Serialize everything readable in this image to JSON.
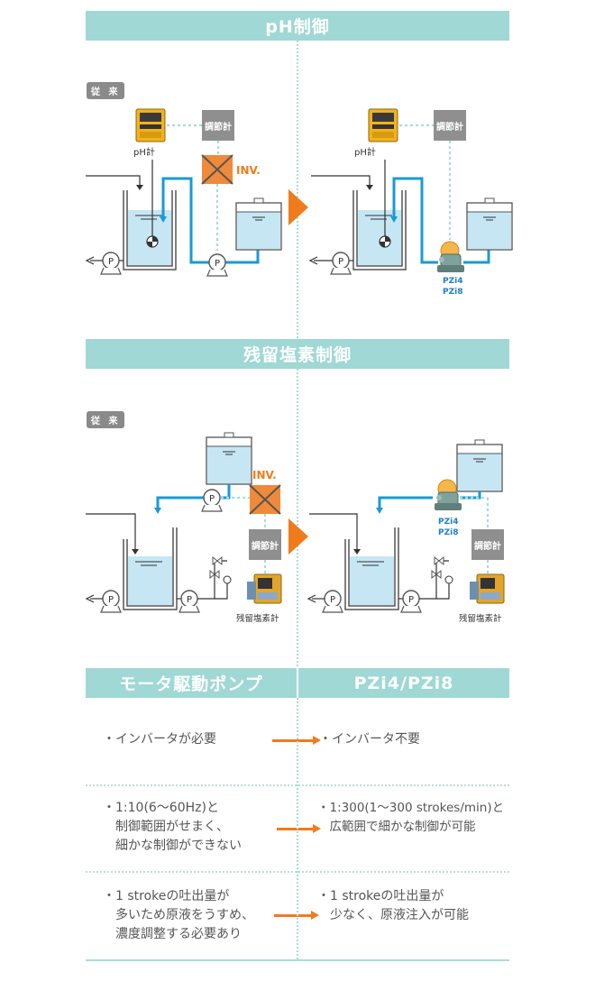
{
  "sections": {
    "ph_title": "pH制御",
    "chlorine_title": "残留塩素制御"
  },
  "labels": {
    "conventional": "従 来",
    "controller": "調節計",
    "ph_meter": "pH計",
    "inverter": "INV.",
    "pump_letter": "P",
    "pump_model_1": "PZi4",
    "pump_model_2": "PZi8",
    "chlorine_meter": "残留塩素計"
  },
  "comparison": {
    "left_header": "モータ駆動ポンプ",
    "right_header": "PZi4/PZi8",
    "rows": [
      {
        "left": "・インバータが必要",
        "right": "・インバータ不要"
      },
      {
        "left": "・1:10(6～60Hz)と\n　制御範囲がせまく、\n　細かな制御ができない",
        "right": "・1:300(1～300 strokes/min)と\n　広範囲で細かな制御が可能"
      },
      {
        "left": "・1 strokeの吐出量が\n　多いため原液をうすめ、\n　濃度調整する必要あり",
        "right": "・1 strokeの吐出量が\n　少なく、原液注入が可能"
      }
    ]
  },
  "colors": {
    "header_bg": "#9fd8d4",
    "accent_orange": "#f07b1c",
    "pipe_blue": "#1a9ad6",
    "tank_water": "#c6e6f4",
    "dotted_signal": "#a9dcd7"
  }
}
